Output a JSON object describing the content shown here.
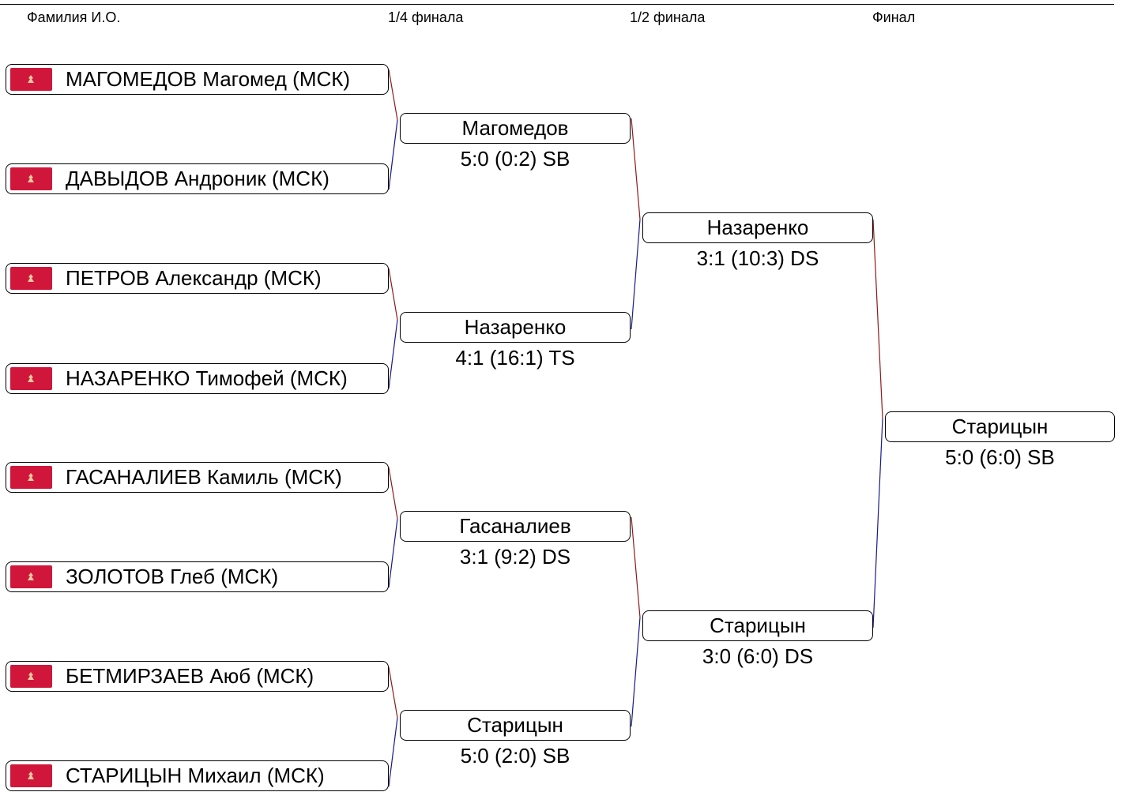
{
  "headers": {
    "name_col": "Фамилия И.О.",
    "quarterfinal": "1/4 финала",
    "semifinal": "1/2 финала",
    "final": "Финал"
  },
  "colors": {
    "flag": "#d0173b",
    "winner_line": "#8b1a1a",
    "loser_line": "#1a1a8b"
  },
  "participants": [
    {
      "name": "МАГОМЕДОВ Магомед (МСК)",
      "flag_icon": "moscow-flag-icon"
    },
    {
      "name": "ДАВЫДОВ Андроник (МСК)",
      "flag_icon": "moscow-flag-icon"
    },
    {
      "name": "ПЕТРОВ Александр (МСК)",
      "flag_icon": "moscow-flag-icon"
    },
    {
      "name": "НАЗАРЕНКО Тимофей (МСК)",
      "flag_icon": "moscow-flag-icon"
    },
    {
      "name": "ГАСАНАЛИЕВ Камиль (МСК)",
      "flag_icon": "moscow-flag-icon"
    },
    {
      "name": "ЗОЛОТОВ Глеб (МСК)",
      "flag_icon": "moscow-flag-icon"
    },
    {
      "name": "БЕТМИРЗАЕВ Аюб (МСК)",
      "flag_icon": "moscow-flag-icon"
    },
    {
      "name": "СТАРИЦЫН Михаил (МСК)",
      "flag_icon": "moscow-flag-icon"
    }
  ],
  "quarterfinals": [
    {
      "winner": "Магомедов",
      "score": "5:0 (0:2) SB"
    },
    {
      "winner": "Назаренко",
      "score": "4:1 (16:1) TS"
    },
    {
      "winner": "Гасаналиев",
      "score": "3:1 (9:2) DS"
    },
    {
      "winner": "Старицын",
      "score": "5:0 (2:0) SB"
    }
  ],
  "semifinals": [
    {
      "winner": "Назаренко",
      "score": "3:1 (10:3) DS"
    },
    {
      "winner": "Старицын",
      "score": "3:0 (6:0) DS"
    }
  ],
  "final": {
    "winner": "Старицын",
    "score": "5:0 (6:0) SB"
  }
}
